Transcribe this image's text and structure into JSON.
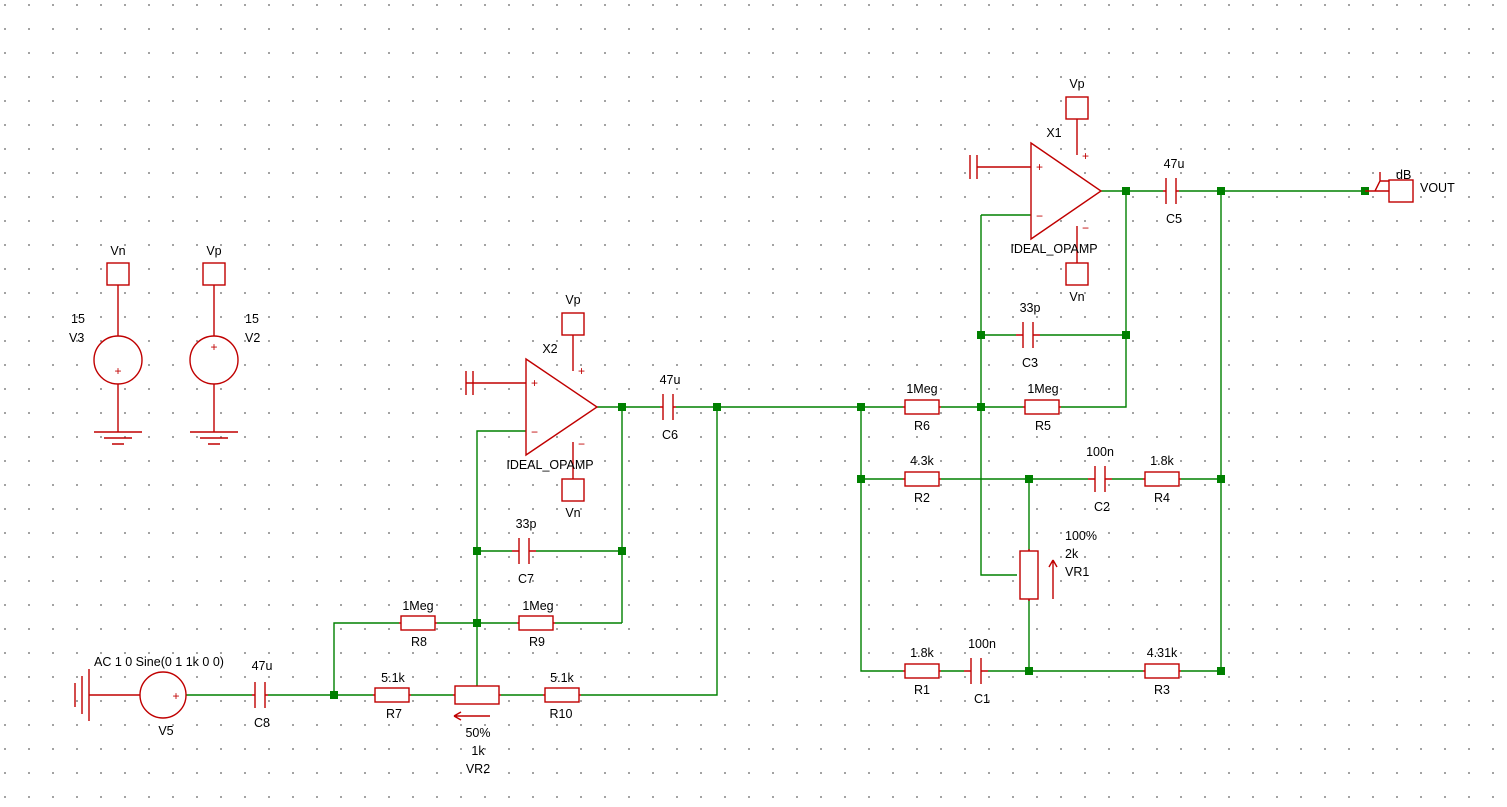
{
  "sources": {
    "v3": {
      "ref": "V3",
      "value": "15",
      "net": "Vn"
    },
    "v2": {
      "ref": "V2",
      "value": "15",
      "net": "Vp"
    },
    "v5": {
      "ref": "V5",
      "value": "AC 1 0 Sine(0 1 1k 0 0)"
    }
  },
  "opamps": {
    "x1": {
      "ref": "X1",
      "model": "IDEAL_OPAMP",
      "vpos": "Vp",
      "vneg": "Vn",
      "plus": "+",
      "minus": "−"
    },
    "x2": {
      "ref": "X2",
      "model": "IDEAL_OPAMP",
      "vpos": "Vp",
      "vneg": "Vn",
      "plus": "+",
      "minus": "−"
    }
  },
  "capacitors": {
    "c1": {
      "ref": "C1",
      "value": "100n"
    },
    "c2": {
      "ref": "C2",
      "value": "100n"
    },
    "c3": {
      "ref": "C3",
      "value": "33p"
    },
    "c5": {
      "ref": "C5",
      "value": "47u"
    },
    "c6": {
      "ref": "C6",
      "value": "47u"
    },
    "c7": {
      "ref": "C7",
      "value": "33p"
    },
    "c8": {
      "ref": "C8",
      "value": "47u"
    }
  },
  "resistors": {
    "r1": {
      "ref": "R1",
      "value": "1.8k"
    },
    "r2": {
      "ref": "R2",
      "value": "4.3k"
    },
    "r3": {
      "ref": "R3",
      "value": "4.31k"
    },
    "r4": {
      "ref": "R4",
      "value": "1.8k"
    },
    "r5": {
      "ref": "R5",
      "value": "1Meg"
    },
    "r6": {
      "ref": "R6",
      "value": "1Meg"
    },
    "r7": {
      "ref": "R7",
      "value": "5.1k"
    },
    "r8": {
      "ref": "R8",
      "value": "1Meg"
    },
    "r9": {
      "ref": "R9",
      "value": "1Meg"
    },
    "r10": {
      "ref": "R10",
      "value": "5.1k"
    }
  },
  "potentiometers": {
    "vr1": {
      "ref": "VR1",
      "value": "2k",
      "setting": "100%"
    },
    "vr2": {
      "ref": "VR2",
      "value": "1k",
      "setting": "50%"
    }
  },
  "probe": {
    "label": "dB",
    "net": "VOUT"
  },
  "colors": {
    "wire": "#008000",
    "component": "#c00000",
    "grid_dot": "#8c8c8c",
    "background": "#ffffff"
  }
}
